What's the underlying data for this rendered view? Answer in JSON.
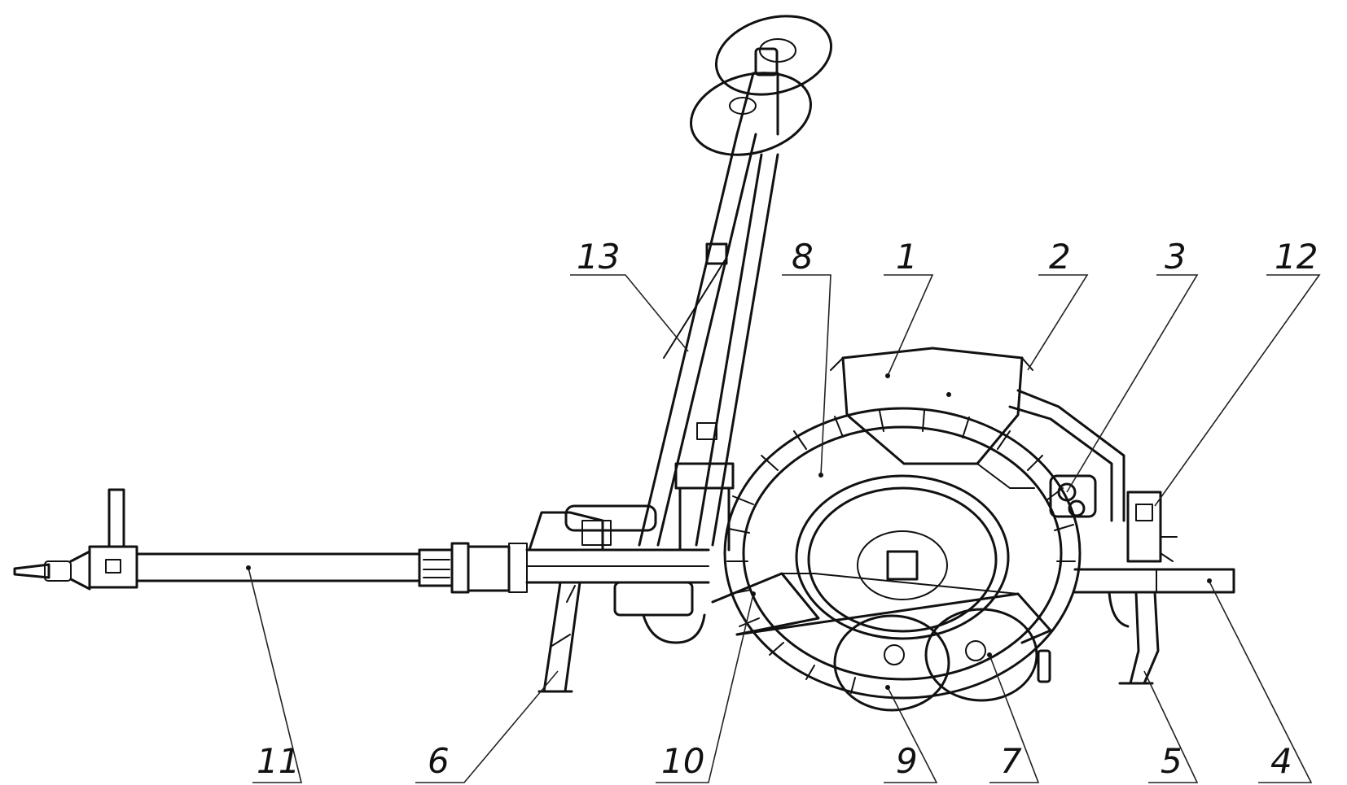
{
  "labels": [
    {
      "id": "1",
      "text": "1"
    },
    {
      "id": "2",
      "text": "2"
    },
    {
      "id": "3",
      "text": "3"
    },
    {
      "id": "4",
      "text": "4"
    },
    {
      "id": "5",
      "text": "5"
    },
    {
      "id": "6",
      "text": "6"
    },
    {
      "id": "7",
      "text": "7"
    },
    {
      "id": "8",
      "text": "8"
    },
    {
      "id": "9",
      "text": "9"
    },
    {
      "id": "10",
      "text": "10"
    },
    {
      "id": "11",
      "text": "11"
    },
    {
      "id": "12",
      "text": "12"
    },
    {
      "id": "13",
      "text": "13"
    }
  ]
}
